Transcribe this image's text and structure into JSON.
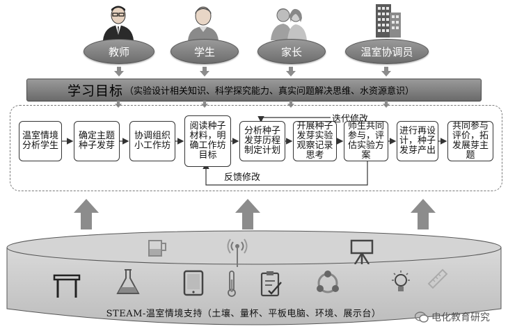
{
  "roles": [
    {
      "label": "教师",
      "icon": "teacher-icon"
    },
    {
      "label": "学生",
      "icon": "student-icon"
    },
    {
      "label": "家长",
      "icon": "parents-icon"
    },
    {
      "label": "温室协调员",
      "icon": "building-icon"
    }
  ],
  "goals": {
    "title": "学习目标",
    "detail": "（实验设计相关知识、科学探究能力、真实问题解决思维、水资源意识）"
  },
  "steps": [
    "温室情境分析学生",
    "确定主题种子发芽",
    "协调组织小工作坊",
    "阅读种子材料，明确工作坊目标",
    "分析种子发芽历程制定计划",
    "开展种子发芽实验观察记录思考",
    "师生共同参与，评估实验方案",
    "进行再设计，种子发芽产出",
    "共同参与评价，拓发展芽主题"
  ],
  "loops": {
    "iterate": "迭代修改",
    "feedback": "反馈修改"
  },
  "support": {
    "label": "STEAM-温室情境支持（土壤、量杯、平板电脑、环境、展示台）",
    "tools": [
      "beaker-icon",
      "signal-icon",
      "easel-icon",
      "table-icon",
      "flask-icon",
      "tablet-icon",
      "thermometer-icon",
      "clipboard-icon",
      "cycle-icon",
      "lightbulb-icon",
      "ruler-icon"
    ]
  },
  "watermark": "电化教育研究",
  "colors": {
    "oval": "#7f7f7f",
    "bar": "#808080",
    "arrow": "#8c8c8c",
    "platform": "#c8c8c8"
  }
}
